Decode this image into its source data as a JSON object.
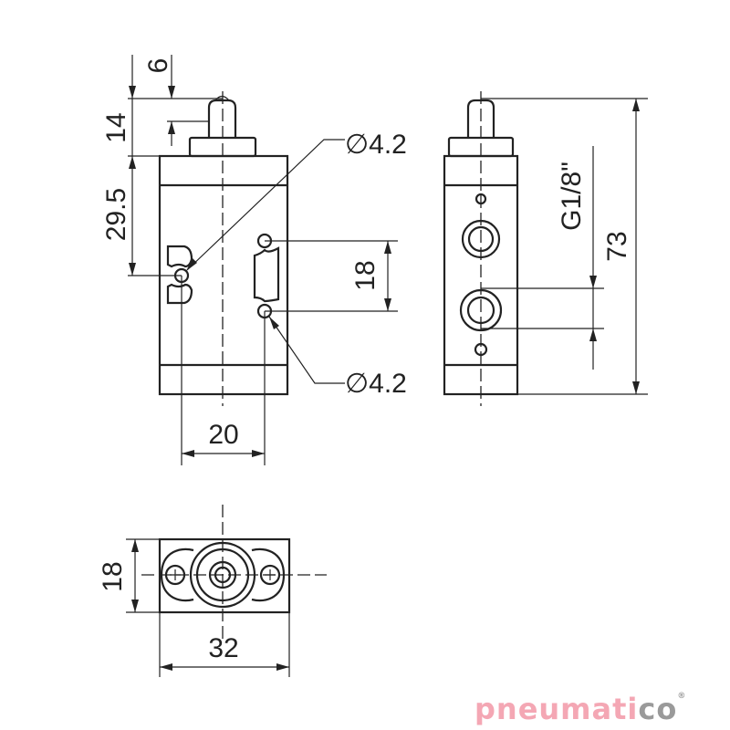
{
  "drawing": {
    "front_view": {
      "dim_plunger_travel": "6",
      "dim_plunger_height": "14",
      "dim_hole_offset": "29.5",
      "dim_hole_dia_top": "∅4.2",
      "dim_hole_spacing": "18",
      "dim_hole_dia_bottom": "∅4.2",
      "dim_hole_horizontal": "20"
    },
    "side_view": {
      "dim_port_thread": "G1/8\"",
      "dim_total_height": "73"
    },
    "bottom_view": {
      "dim_depth": "18",
      "dim_width": "32"
    }
  },
  "logo": {
    "text_main": "pneumati",
    "text_accent": "co",
    "registered": "®",
    "colors": {
      "main": "#f4a7b4",
      "accent": "#9a9a9a"
    }
  }
}
